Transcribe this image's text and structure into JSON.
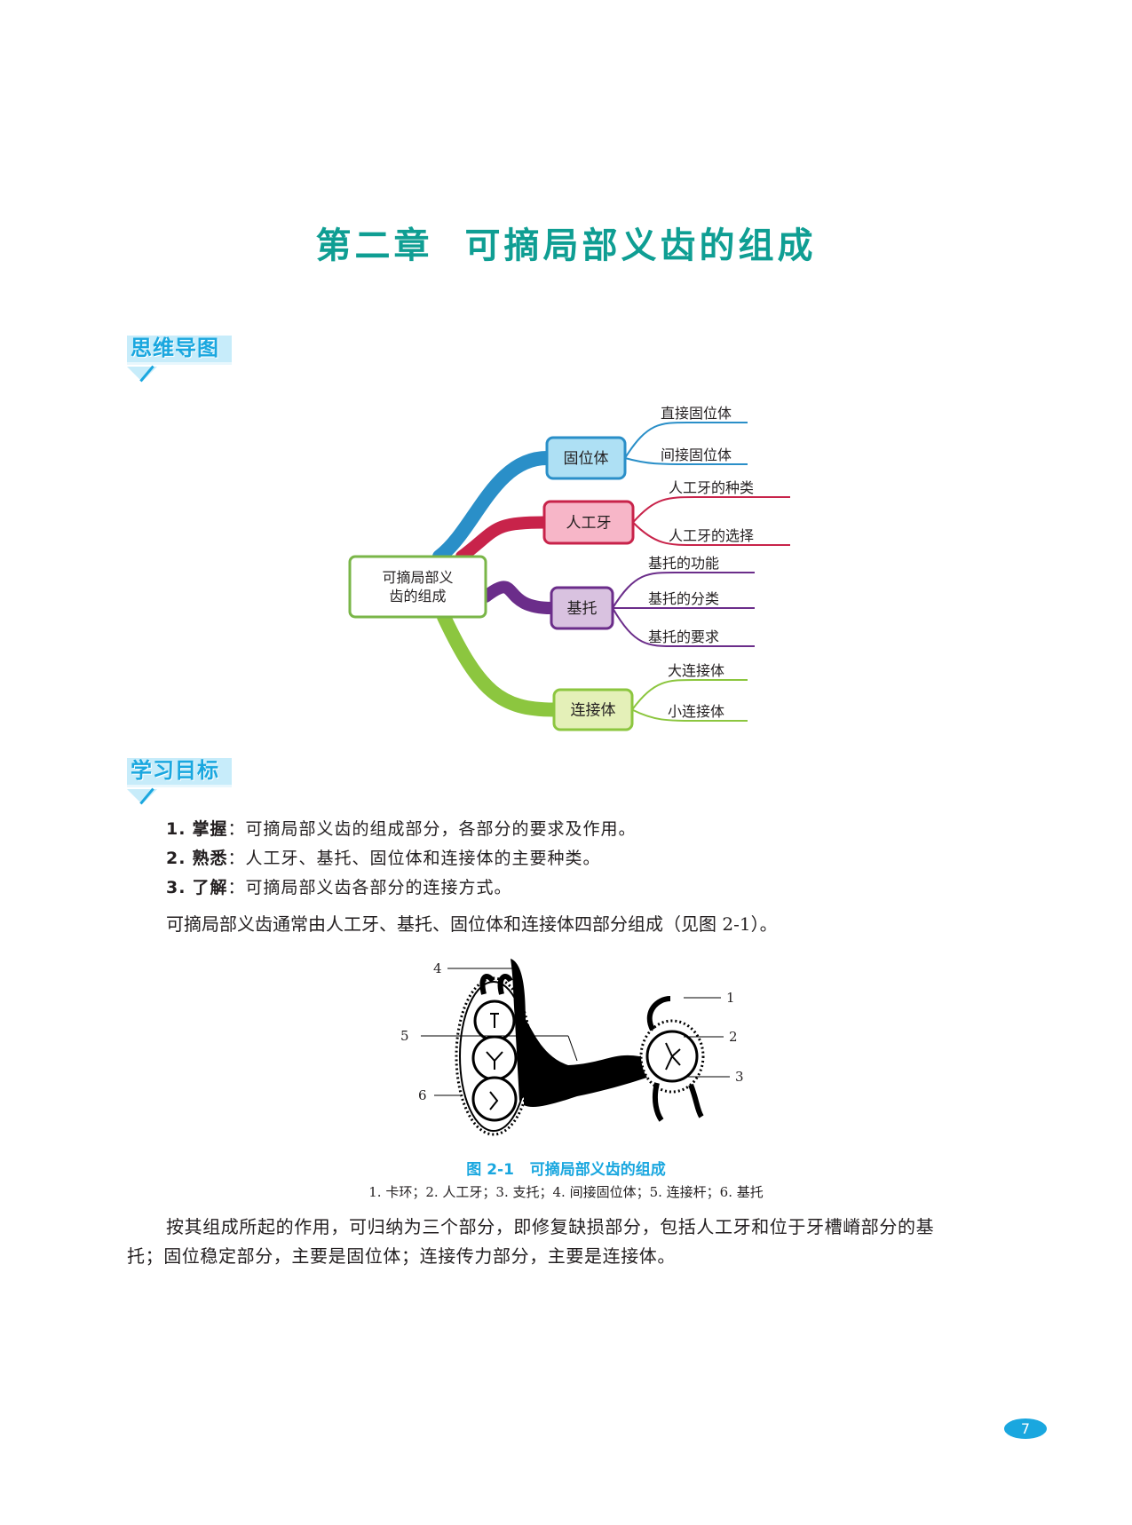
{
  "chapter": {
    "number": "第二章",
    "title": "可摘局部义齿的组成"
  },
  "sections": {
    "mindmap": "思维导图",
    "objectives": "学习目标"
  },
  "mindmap": {
    "center": [
      "可摘局部义",
      "齿的组成"
    ],
    "branches": [
      {
        "label": "固位体",
        "color": "#2a8fc8",
        "fill": "#aee0f4",
        "leaves": [
          "直接固位体",
          "间接固位体"
        ]
      },
      {
        "label": "人工牙",
        "color": "#c8234a",
        "fill": "#f7b6c8",
        "leaves": [
          "人工牙的种类",
          "人工牙的选择"
        ]
      },
      {
        "label": "基托",
        "color": "#6b2d8a",
        "fill": "#d9c2e0",
        "leaves": [
          "基托的功能",
          "基托的分类",
          "基托的要求"
        ]
      },
      {
        "label": "连接体",
        "color": "#8cc63f",
        "fill": "#e4f0b8",
        "leaves": [
          "大连接体",
          "小连接体"
        ]
      }
    ],
    "center_border": "#7ab648"
  },
  "objectives": [
    {
      "num": "1.",
      "key": "掌握",
      "text": "：可摘局部义齿的组成部分，各部分的要求及作用。"
    },
    {
      "num": "2.",
      "key": "熟悉",
      "text": "：人工牙、基托、固位体和连接体的主要种类。"
    },
    {
      "num": "3.",
      "key": "了解",
      "text": "：可摘局部义齿各部分的连接方式。"
    }
  ],
  "intro": "可摘局部义齿通常由人工牙、基托、固位体和连接体四部分组成（见图 2-1）。",
  "figure": {
    "labels": [
      "1",
      "2",
      "3",
      "4",
      "5",
      "6"
    ],
    "caption_num": "图 2-1",
    "caption_title": "可摘局部义齿的组成",
    "legend": "1. 卡环；2. 人工牙；3. 支托；4. 间接固位体；5. 连接杆；6. 基托"
  },
  "body": {
    "line1": "按其组成所起的作用，可归纳为三个部分，即修复缺损部分，包括人工牙和位于牙槽嵴部分的基",
    "line2": "托；固位稳定部分，主要是固位体；连接传力部分，主要是连接体。"
  },
  "page_number": "7",
  "colors": {
    "title": "#0f9e93",
    "accent": "#1aa7df"
  }
}
